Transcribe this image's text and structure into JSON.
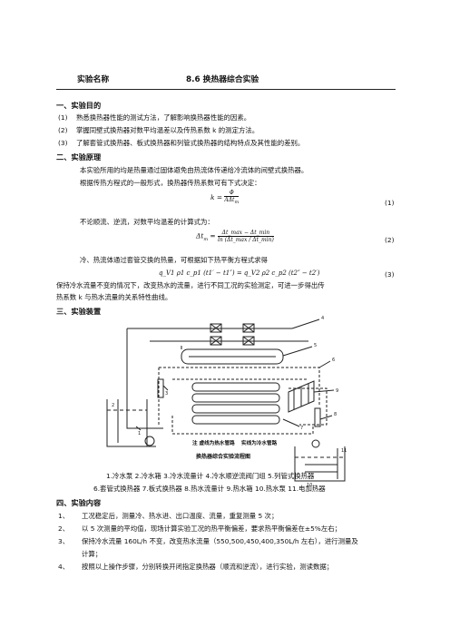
{
  "header": {
    "label": "实验名称",
    "title": "8.6  换热器综合实验"
  },
  "sections": {
    "s1": "一、实验目的",
    "s2": "二、实验原理",
    "s3": "三、实验装置",
    "s4": "四、实验内容"
  },
  "purpose": [
    {
      "num": "(1)",
      "text": "熟悉换热器性能的测试方法，了解影响换热器性能的因素。"
    },
    {
      "num": "(2)",
      "text": "掌握同壁式换热器对数平均温差以及传热系数 k 的测定方法。"
    },
    {
      "num": "(3)",
      "text": "了解套管式换热器、板式换热器和列管式换热器的结构特点及其性能的差别。"
    }
  ],
  "principle": {
    "p1": "本实验所用的均是热量通过固体避免由热流体传递给冷流体的间壁式换热器。",
    "p2": "根据传热方程式的一般形式，换热器传热系数可有下式决定：",
    "eq1": {
      "lhs": "k =",
      "num": "Φ",
      "den": "AΔt",
      "den_sub": "m",
      "tag": "(1)"
    },
    "p3": "不论顺流、逆流，对数平均温差的计算式为：",
    "eq2": {
      "lhs": "Δt",
      "lhs_sub": "m",
      "eq": " = ",
      "num": "Δt_max − Δt_min",
      "den": "ln (Δt_max / Δt_min)",
      "tag": "(2)"
    },
    "p4": "冷、热流体通过套管交换的热量，可根据如下热平衡方程式求得",
    "eq3": {
      "text": "q_V1 ρ1 c_p1 (t1′ − t1″) = q_V2 ρ2 c_p2 (t2″ − t2′)",
      "tag": "(3)"
    },
    "p5": "保持冷水流量不变的情况下，改变热水的流量，进行不同工况的实验测定，可进一步得出传",
    "p6": "热系数 k 与热水流量的关系特性曲线。"
  },
  "figure": {
    "legend_a": "注   虚线为热水管路",
    "legend_b": "实线为冷水管路",
    "caption": "换热器综合实验流程图",
    "labels": [
      "1",
      "2",
      "3",
      "4",
      "5",
      "6",
      "7",
      "8",
      "9",
      "10",
      "11"
    ]
  },
  "parts": {
    "line1": "1.冷水泵  2.冷水箱  3.冷水流量计  4.冷水顺逆流阀门组  5.列管式换热器",
    "line2": "6.套管式换热器  7.板式换热器  8.热水流量计  9.热水箱  10.热水泵  11.电加热器"
  },
  "content": [
    {
      "num": "1、",
      "text": "工况稳定后，测量冷、热水进、出口温度、流量，重复测量 5 次；"
    },
    {
      "num": "2、",
      "text": "以 5 次测量的平均值，现场计算实验工况的热平衡偏差，要求热平衡偏差在±5%左右；"
    },
    {
      "num": "3、",
      "text": "保持冷水流量 160L/h 不变，改变热水流量（550,500,450,400,350L/h 左右），进行测量及"
    },
    {
      "num": "",
      "text": "计算；"
    },
    {
      "num": "4、",
      "text": "按照以上操作步骤，分别转换开闭指定换热器（顺流和逆流），进行实验，测读数据；"
    }
  ]
}
